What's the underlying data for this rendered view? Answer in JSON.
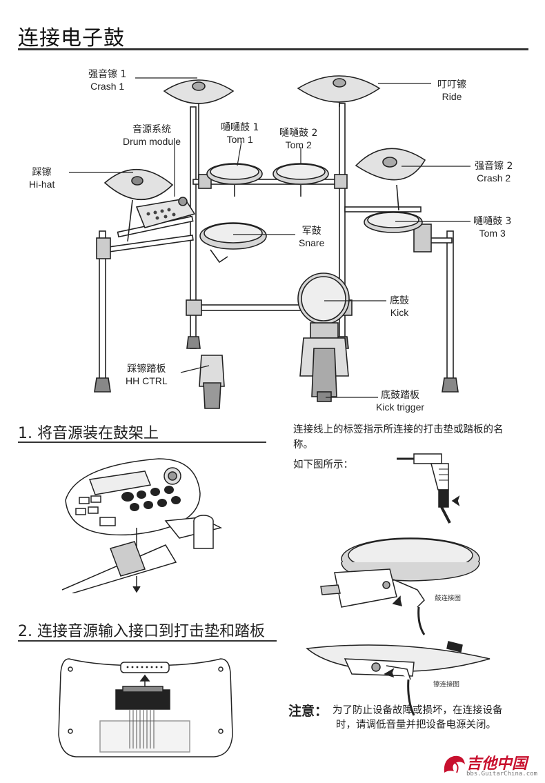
{
  "page": {
    "title": "连接电子鼓"
  },
  "kit_labels": {
    "crash1": {
      "cn": "强音镲 1",
      "en": "Crash 1"
    },
    "ride": {
      "cn": "叮叮镲",
      "en": "Ride"
    },
    "drum_module": {
      "cn": "音源系统",
      "en": "Drum module"
    },
    "tom1": {
      "cn": "嗵嗵鼓 1",
      "en": "Tom 1"
    },
    "tom2": {
      "cn": "嗵嗵鼓 2",
      "en": "Tom 2"
    },
    "crash2": {
      "cn": "强音镲 2",
      "en": "Crash 2"
    },
    "hihat": {
      "cn": "踩镲",
      "en": "Hi-hat"
    },
    "tom3": {
      "cn": "嗵嗵鼓 3",
      "en": "Tom 3"
    },
    "snare": {
      "cn": "军鼓",
      "en": "Snare"
    },
    "kick": {
      "cn": "底鼓",
      "en": "Kick"
    },
    "hh_ctrl": {
      "cn": "踩镲踏板",
      "en": "HH CTRL"
    },
    "kick_trigger": {
      "cn": "底鼓踏板",
      "en": "Kick trigger"
    }
  },
  "steps": {
    "step1": "1. 将音源装在鼓架上",
    "step2": "2.  连接音源输入接口到打击垫和踏板"
  },
  "right_column": {
    "para_line1": "连接线上的标签指示所连接的打击垫或踏板的名",
    "para_line2": "称。",
    "as_shown": "如下图所示：",
    "drum_caption": "鼓连接图",
    "cymbal_caption": "镲连接图"
  },
  "note": {
    "title": "注意：",
    "line1": "为了防止设备故障或损坏，在连接设备",
    "line2": "时，请调低音量并把设备电源关闭。"
  },
  "watermark": {
    "main": "吉他中国",
    "sub": "bbs.GuitarChina.com"
  },
  "colors": {
    "ink": "#1a1a1a",
    "watermark_red": "#c8102e",
    "pad_grey": "#d6d6d6"
  }
}
